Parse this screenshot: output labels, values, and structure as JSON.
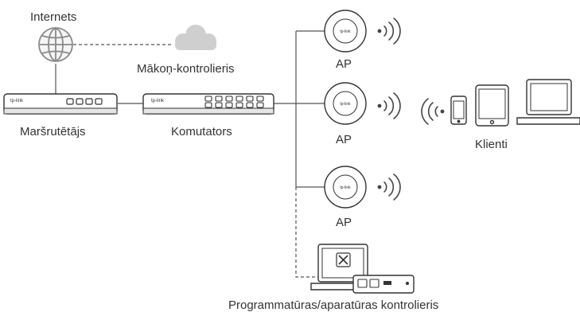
{
  "labels": {
    "internet": "Internets",
    "cloud": "Mākoņ-kontrolieris",
    "router": "Maršrutētājs",
    "switch": "Komutators",
    "ap1": "AP",
    "ap2": "AP",
    "ap3": "AP",
    "clients": "Klienti",
    "controller": "Programmatūras/aparatūras kontrolieris"
  },
  "device_badge": "tp-link",
  "colors": {
    "line": "#555555",
    "device_fill": "#ffffff",
    "device_stroke": "#333333",
    "cloud": "#cfcfcf",
    "globe": "#8a8a8a",
    "wifi": "#444444"
  },
  "icons": [
    "globe-icon",
    "cloud-icon",
    "router-icon",
    "switch-icon",
    "access-point-icon",
    "wifi-signal-icon",
    "phone-icon",
    "tablet-icon",
    "laptop-icon",
    "controller-laptop-icon",
    "tools-icon",
    "hardware-controller-icon"
  ]
}
